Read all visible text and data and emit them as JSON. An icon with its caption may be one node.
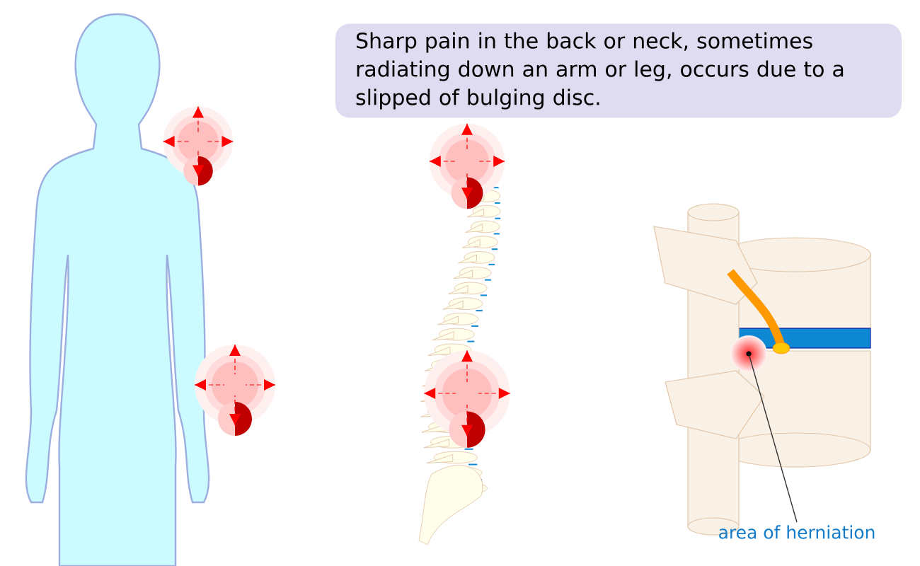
{
  "diagram": {
    "nodes": [
      {
        "text": [
          "Sharp pain in the back or neck, sometimes radiating down an arm or leg, occurs due to a slipped of bulging disc."
        ]
      },
      {
        "text": [
          "area of herniation"
        ]
      },
      {
        "text": [],
        "shape": "circle"
      }
    ],
    "edges": [
      {
        "from": 1,
        "to": 2,
        "arrow": "none"
      }
    ]
  }
}
